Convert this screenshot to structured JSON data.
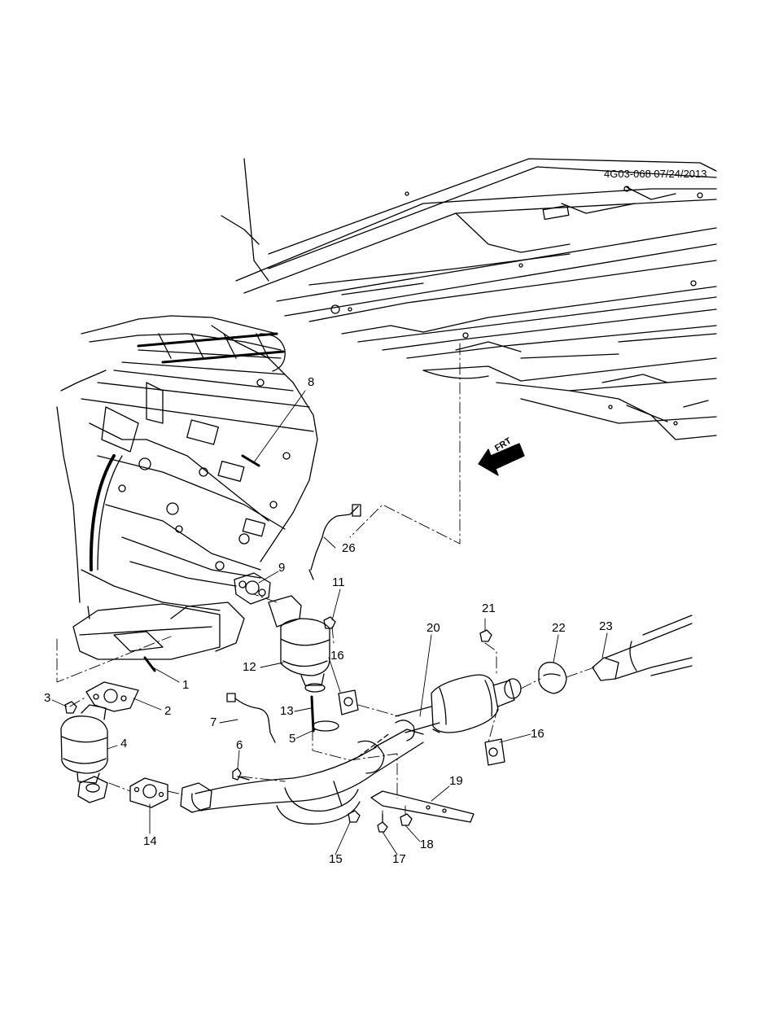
{
  "diagram": {
    "title": "4G03-068 07/24/2013",
    "forward_label": "FRT",
    "callouts": [
      "1",
      "2",
      "3",
      "4",
      "5",
      "6",
      "7",
      "8",
      "9",
      "11",
      "12",
      "13",
      "14",
      "15",
      "16",
      "16",
      "17",
      "18",
      "19",
      "20",
      "21",
      "22",
      "23",
      "26"
    ]
  }
}
